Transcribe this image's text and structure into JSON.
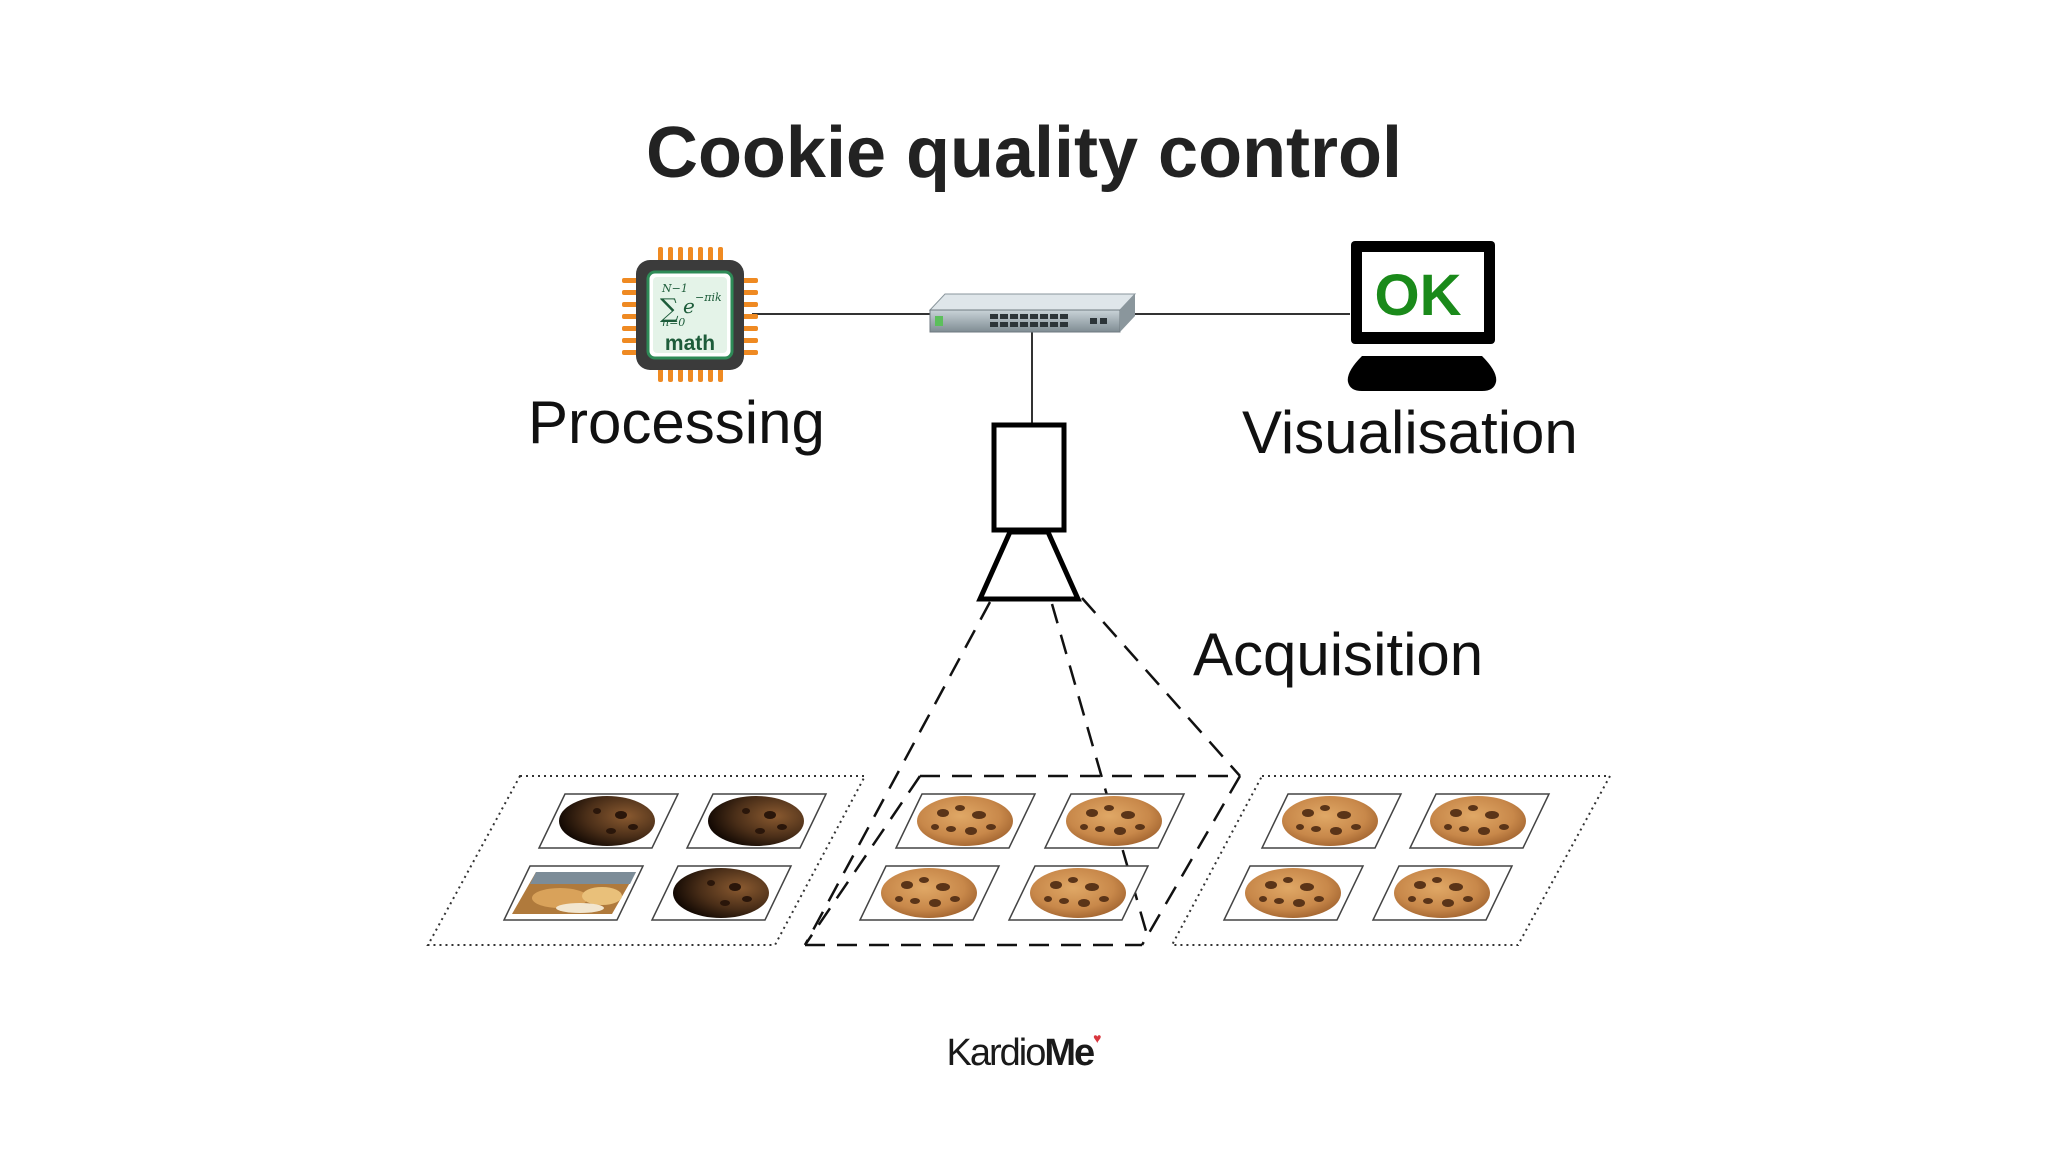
{
  "slide": {
    "title": "Cookie quality control",
    "labels": {
      "processing": "Processing",
      "visualisation": "Visualisation",
      "acquisition": "Acquisition"
    },
    "chip_text": {
      "formula_top": "N−1",
      "formula_exp": "e",
      "formula_power": "−πik",
      "formula_bottom": "n=0",
      "formula_sum": "∑",
      "word": "math"
    },
    "monitor_text": "OK",
    "footer": {
      "brand_light": "Kardio",
      "brand_bold": "Me"
    },
    "colors": {
      "ok_green": "#1a8a1a",
      "chip_orange": "#ef8a22",
      "chip_green": "#2e8b57",
      "cookie_brown": "#c8884a"
    },
    "trays": [
      {
        "name": "tray-left",
        "tiles": [
          "dark-cookie",
          "dark-cookie",
          "pastry-photo",
          "dark-cookie"
        ]
      },
      {
        "name": "tray-middle",
        "tiles": [
          "cookie",
          "cookie",
          "cookie",
          "cookie"
        ]
      },
      {
        "name": "tray-right",
        "tiles": [
          "cookie",
          "cookie",
          "cookie",
          "cookie"
        ]
      }
    ]
  }
}
